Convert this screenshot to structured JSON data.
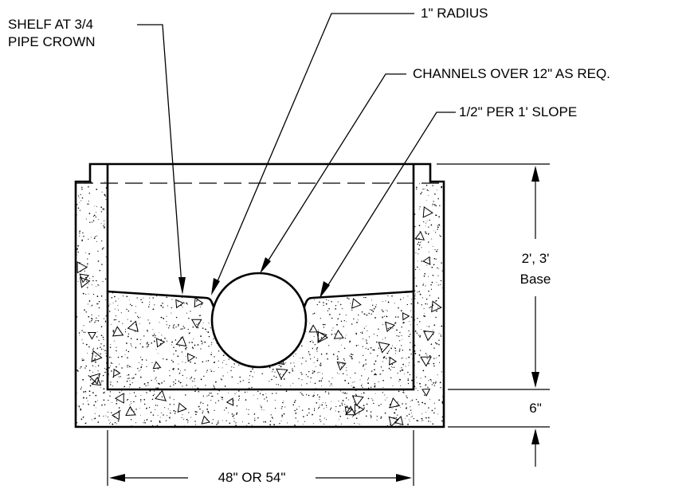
{
  "labels": {
    "shelf_line1": "SHELF AT 3/4",
    "shelf_line2": "PIPE CROWN",
    "radius": "1\" RADIUS",
    "channels": "CHANNELS OVER 12\" AS REQ.",
    "slope": "1/2\" PER 1' SLOPE",
    "height_line1": "2', 3'",
    "height_line2": "Base",
    "base_thickness": "6\"",
    "width": "48\" OR 54\""
  },
  "colors": {
    "ink": "#000000",
    "paper": "#ffffff"
  }
}
